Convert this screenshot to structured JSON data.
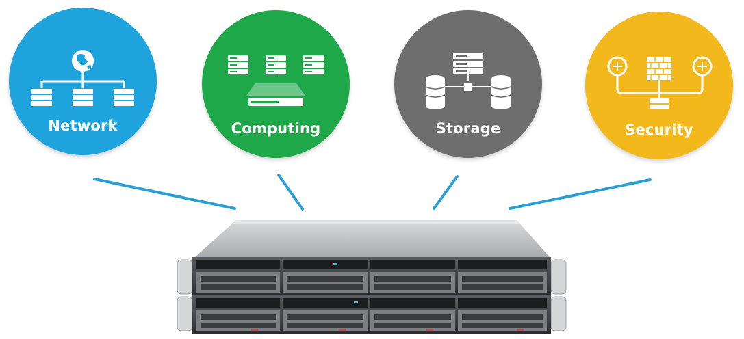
{
  "categories": [
    {
      "id": "network",
      "label": "Network",
      "color": "#1ea3dc",
      "icon": "network-topology-icon"
    },
    {
      "id": "computing",
      "label": "Computing",
      "color": "#1fa84a",
      "icon": "server-cluster-icon"
    },
    {
      "id": "storage",
      "label": "Storage",
      "color": "#6e6e6e",
      "icon": "storage-database-icon"
    },
    {
      "id": "security",
      "label": "Security",
      "color": "#f3b81b",
      "icon": "firewall-icon"
    }
  ],
  "connector_color": "#2a9fd6",
  "server": {
    "icon": "rack-server-icon",
    "units": 2
  }
}
